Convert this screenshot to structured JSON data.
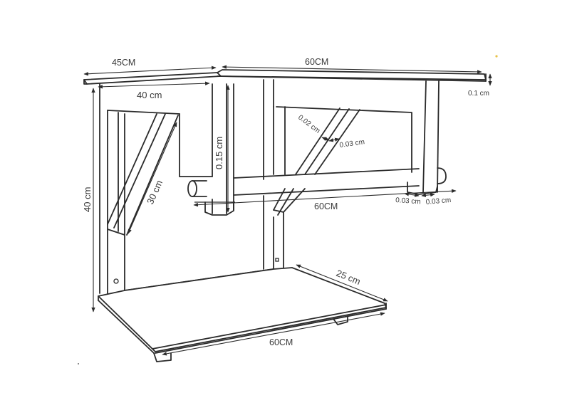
{
  "diagram": {
    "subject": "Wall-mounted shelf with hanging rail",
    "stroke_color": "#2b2b2b",
    "label_color": "#3a3a3a",
    "background": "#ffffff",
    "dimensions": {
      "top_depth": "45CM",
      "top_width": "60CM",
      "inner_depth": "40 cm",
      "top_thickness": "0.1 cm",
      "height": "40 cm",
      "brace_length": "30 cm",
      "post_height": "0.15 cm",
      "brace_gap": "0.02 cm",
      "brace_width": "0.03 cm",
      "rail_width": "60CM",
      "post_left": "0.03 cm",
      "post_right": "0.03 cm",
      "bottom_depth": "25 cm",
      "bottom_width": "60CM"
    }
  }
}
